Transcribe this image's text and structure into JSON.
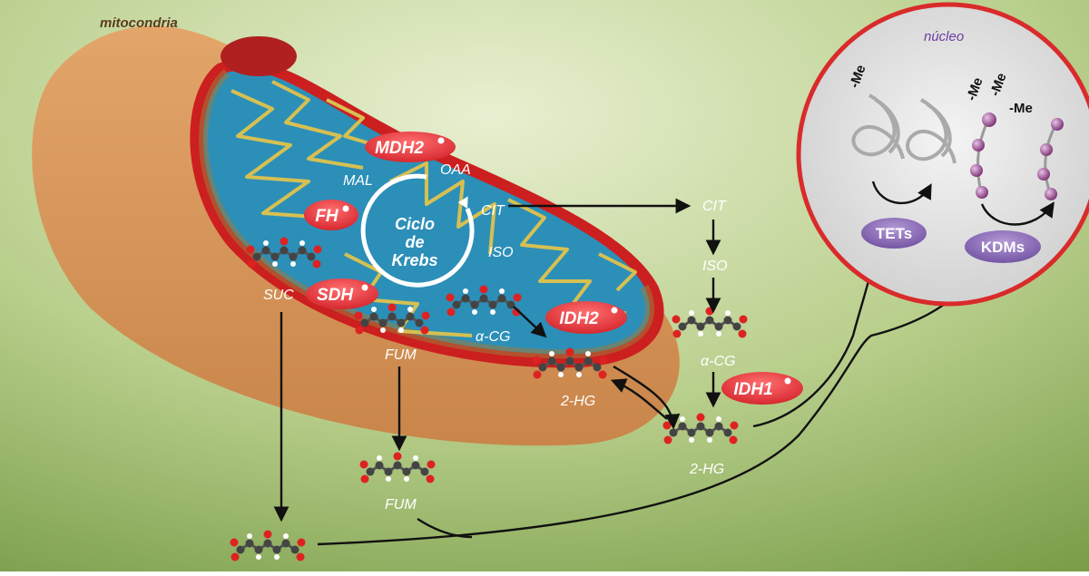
{
  "labels": {
    "mitochondria": "mitocondria",
    "nucleus": "núcleo",
    "krebs_line1": "Ciclo",
    "krebs_line2": "de",
    "krebs_line3": "Krebs"
  },
  "enzymes": {
    "mdh2": "MDH2",
    "fh": "FH",
    "sdh": "SDH",
    "idh2": "IDH2",
    "idh1": "IDH1"
  },
  "metabolites": {
    "mal": "MAL",
    "oaa": "OAA",
    "cit_inner": "CIT",
    "iso_inner": "ISO",
    "acg_inner": "α-CG",
    "suc": "SUC",
    "fum_inner": "FUM",
    "hg_inner": "2-HG",
    "cit_outer": "CIT",
    "iso_outer": "ISO",
    "acg_outer": "α-CG",
    "hg_outer": "2-HG",
    "fum_outer": "FUM"
  },
  "nucleus": {
    "me_1": "-Me",
    "me_2": "-Me",
    "me_3": "-Me",
    "me_4": "-Me",
    "tets": "TETs",
    "kdms": "KDMs"
  },
  "colors": {
    "background_light": "#dfe9c3",
    "background_dark": "#7da24d",
    "mitochondria_outer": "#d9975c",
    "matrix": "#2c8fb8",
    "cristae": "#c9b24a",
    "membrane_red": "#cc1f1f",
    "enzyme_red": "#e03038",
    "nucleus_fill": "#e4e4e4",
    "nucleus_border": "#d92b2b",
    "pill_purple": "#8e6fb8"
  },
  "icons": {
    "enzyme_star": "star-icon",
    "molecule": "ball-and-stick-molecule"
  }
}
